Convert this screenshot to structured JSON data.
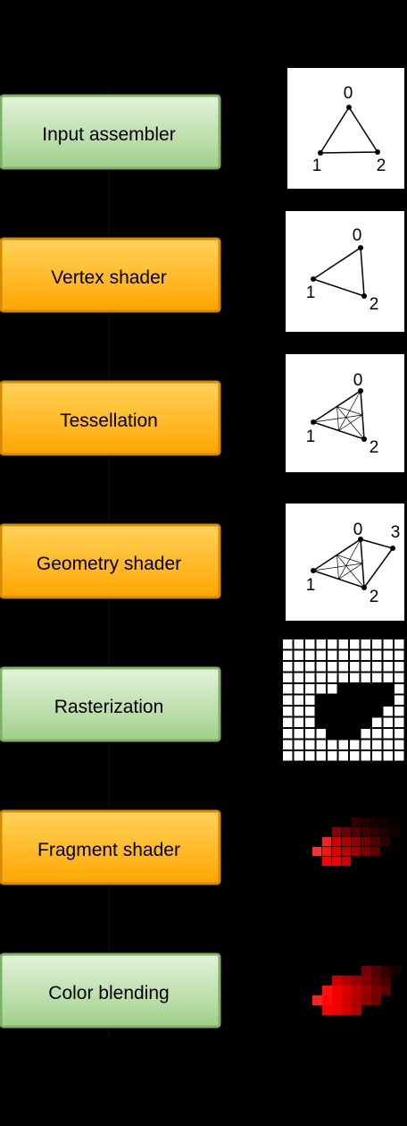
{
  "stages": [
    {
      "label": "Input assembler",
      "kind": "fixed"
    },
    {
      "label": "Vertex shader",
      "kind": "programmable"
    },
    {
      "label": "Tessellation",
      "kind": "programmable"
    },
    {
      "label": "Geometry shader",
      "kind": "programmable"
    },
    {
      "label": "Rasterization",
      "kind": "fixed"
    },
    {
      "label": "Fragment shader",
      "kind": "programmable"
    },
    {
      "label": "Color blending",
      "kind": "fixed"
    }
  ],
  "colors": {
    "background": "#000000",
    "fixed_fill_top": "#e6f2dc",
    "fixed_fill_bottom": "#9fd08a",
    "fixed_border": "#7cb266",
    "programmable_fill_top": "#ffd35a",
    "programmable_fill_bottom": "#ffa500",
    "programmable_border": "#d58a00",
    "fragment_red": "#ff0000"
  },
  "thumbnails": {
    "input_assembler": {
      "vertex_labels": [
        "0",
        "1",
        "2"
      ]
    },
    "vertex_shader": {
      "vertex_labels": [
        "0",
        "1",
        "2"
      ]
    },
    "tessellation": {
      "vertex_labels": [
        "0",
        "1",
        "2"
      ]
    },
    "geometry_shader": {
      "vertex_labels": [
        "0",
        "1",
        "2",
        "3"
      ]
    }
  }
}
